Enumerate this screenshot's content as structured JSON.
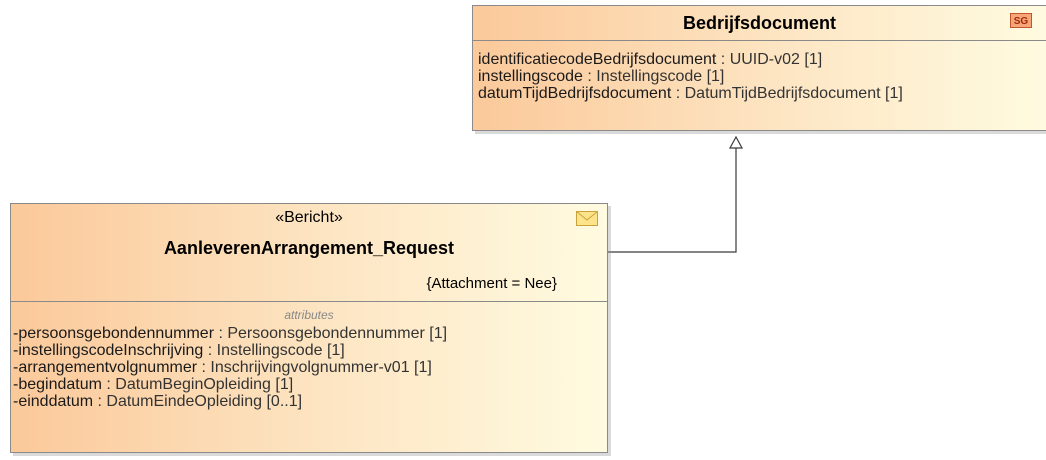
{
  "diagram": {
    "superclass": {
      "name": "Bedrijfsdocument",
      "badge": "SG",
      "attributes": [
        {
          "name": "identificatiecodeBedrijfsdocument",
          "type": " : UUID-v02 [1]"
        },
        {
          "name": "instellingscode",
          "type": " : Instellingscode [1]"
        },
        {
          "name": "datumTijdBedrijfsdocument",
          "type": " : DatumTijdBedrijfsdocument [1]"
        }
      ]
    },
    "subclass": {
      "stereotype": "«Bericht»",
      "name": "AanleverenArrangement_Request",
      "tagged_value": "{Attachment = Nee}",
      "section_label": "attributes",
      "icon": "envelope-icon",
      "attributes": [
        {
          "name": "-persoonsgebondennummer",
          "type": " : Persoonsgebondennummer [1]"
        },
        {
          "name": "-instellingscodeInschrijving",
          "type": " : Instellingscode [1]"
        },
        {
          "name": "-arrangementvolgnummer",
          "type": " : Inschrijvingvolgnummer-v01 [1]"
        },
        {
          "name": "-begindatum",
          "type": " : DatumBeginOpleiding [1]"
        },
        {
          "name": "-einddatum",
          "type": " : DatumEindeOpleiding [0..1]"
        }
      ]
    },
    "relationship": "generalization"
  },
  "colors": {
    "class_gradient_start": "#fbc99a",
    "class_gradient_end": "#fffbe0",
    "border": "#8a8a8a",
    "badge_fill": "#f6a678",
    "envelope_fill": "#fde48a"
  }
}
